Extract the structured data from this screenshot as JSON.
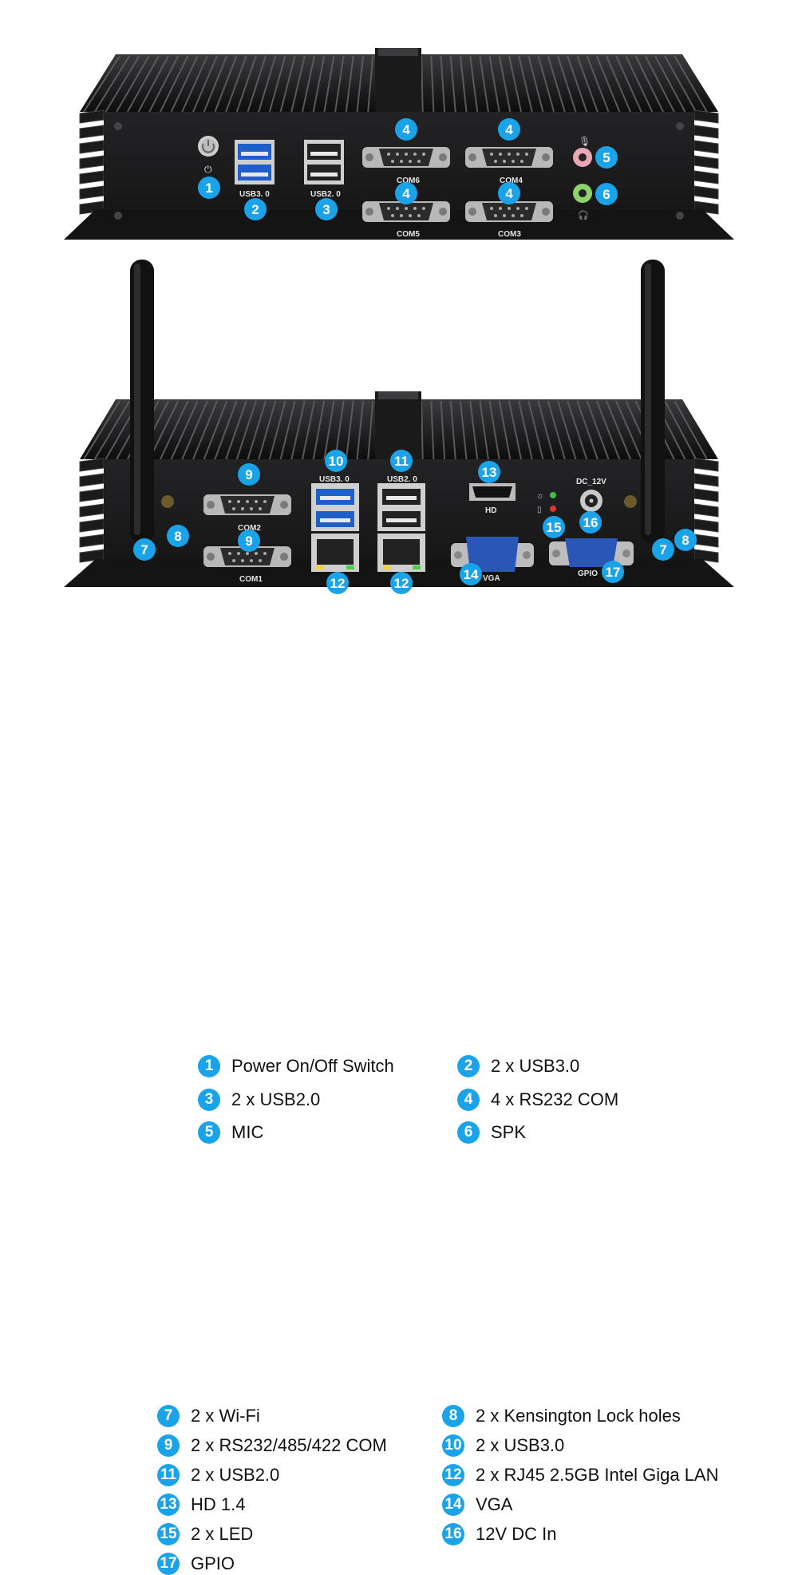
{
  "colors": {
    "badge": "#1aa3e8",
    "chassis": "#1d1d1f",
    "text": "#111111"
  },
  "front_panel": {
    "port_labels": {
      "usb3": "USB3. 0",
      "usb2": "USB2. 0",
      "com6": "COM6",
      "com4": "COM4",
      "com5": "COM5",
      "com3": "COM3"
    }
  },
  "rear_panel": {
    "port_labels": {
      "com2": "COM2",
      "com1": "COM1",
      "usb3": "USB3. 0",
      "usb2": "USB2. 0",
      "hd": "HD",
      "vga": "VGA",
      "gpio": "GPIO",
      "dc": "DC_12V"
    }
  },
  "callouts": {
    "front": [
      "1",
      "2",
      "3",
      "4",
      "4",
      "4",
      "4",
      "5",
      "6"
    ],
    "rear": [
      "7",
      "7",
      "8",
      "8",
      "9",
      "9",
      "10",
      "11",
      "12",
      "12",
      "13",
      "14",
      "15",
      "16",
      "17"
    ]
  },
  "legend_top": [
    {
      "num": "1",
      "label": "Power On/Off Switch"
    },
    {
      "num": "2",
      "label": "2 x USB3.0"
    },
    {
      "num": "3",
      "label": "2 x USB2.0"
    },
    {
      "num": "4",
      "label": "4 x RS232 COM"
    },
    {
      "num": "5",
      "label": "MIC"
    },
    {
      "num": "6",
      "label": "SPK"
    }
  ],
  "legend_bottom": [
    {
      "num": "7",
      "label": "2 x Wi-Fi"
    },
    {
      "num": "8",
      "label": "2 x Kensington Lock holes"
    },
    {
      "num": "9",
      "label": "2 x RS232/485/422 COM"
    },
    {
      "num": "10",
      "label": "2 x USB3.0"
    },
    {
      "num": "11",
      "label": "2 x USB2.0"
    },
    {
      "num": "12",
      "label": "2 x RJ45 2.5GB Intel Giga LAN"
    },
    {
      "num": "13",
      "label": "HD 1.4"
    },
    {
      "num": "14",
      "label": "VGA"
    },
    {
      "num": "15",
      "label": "2 x LED"
    },
    {
      "num": "16",
      "label": "12V DC In"
    },
    {
      "num": "17",
      "label": "GPIO"
    }
  ]
}
